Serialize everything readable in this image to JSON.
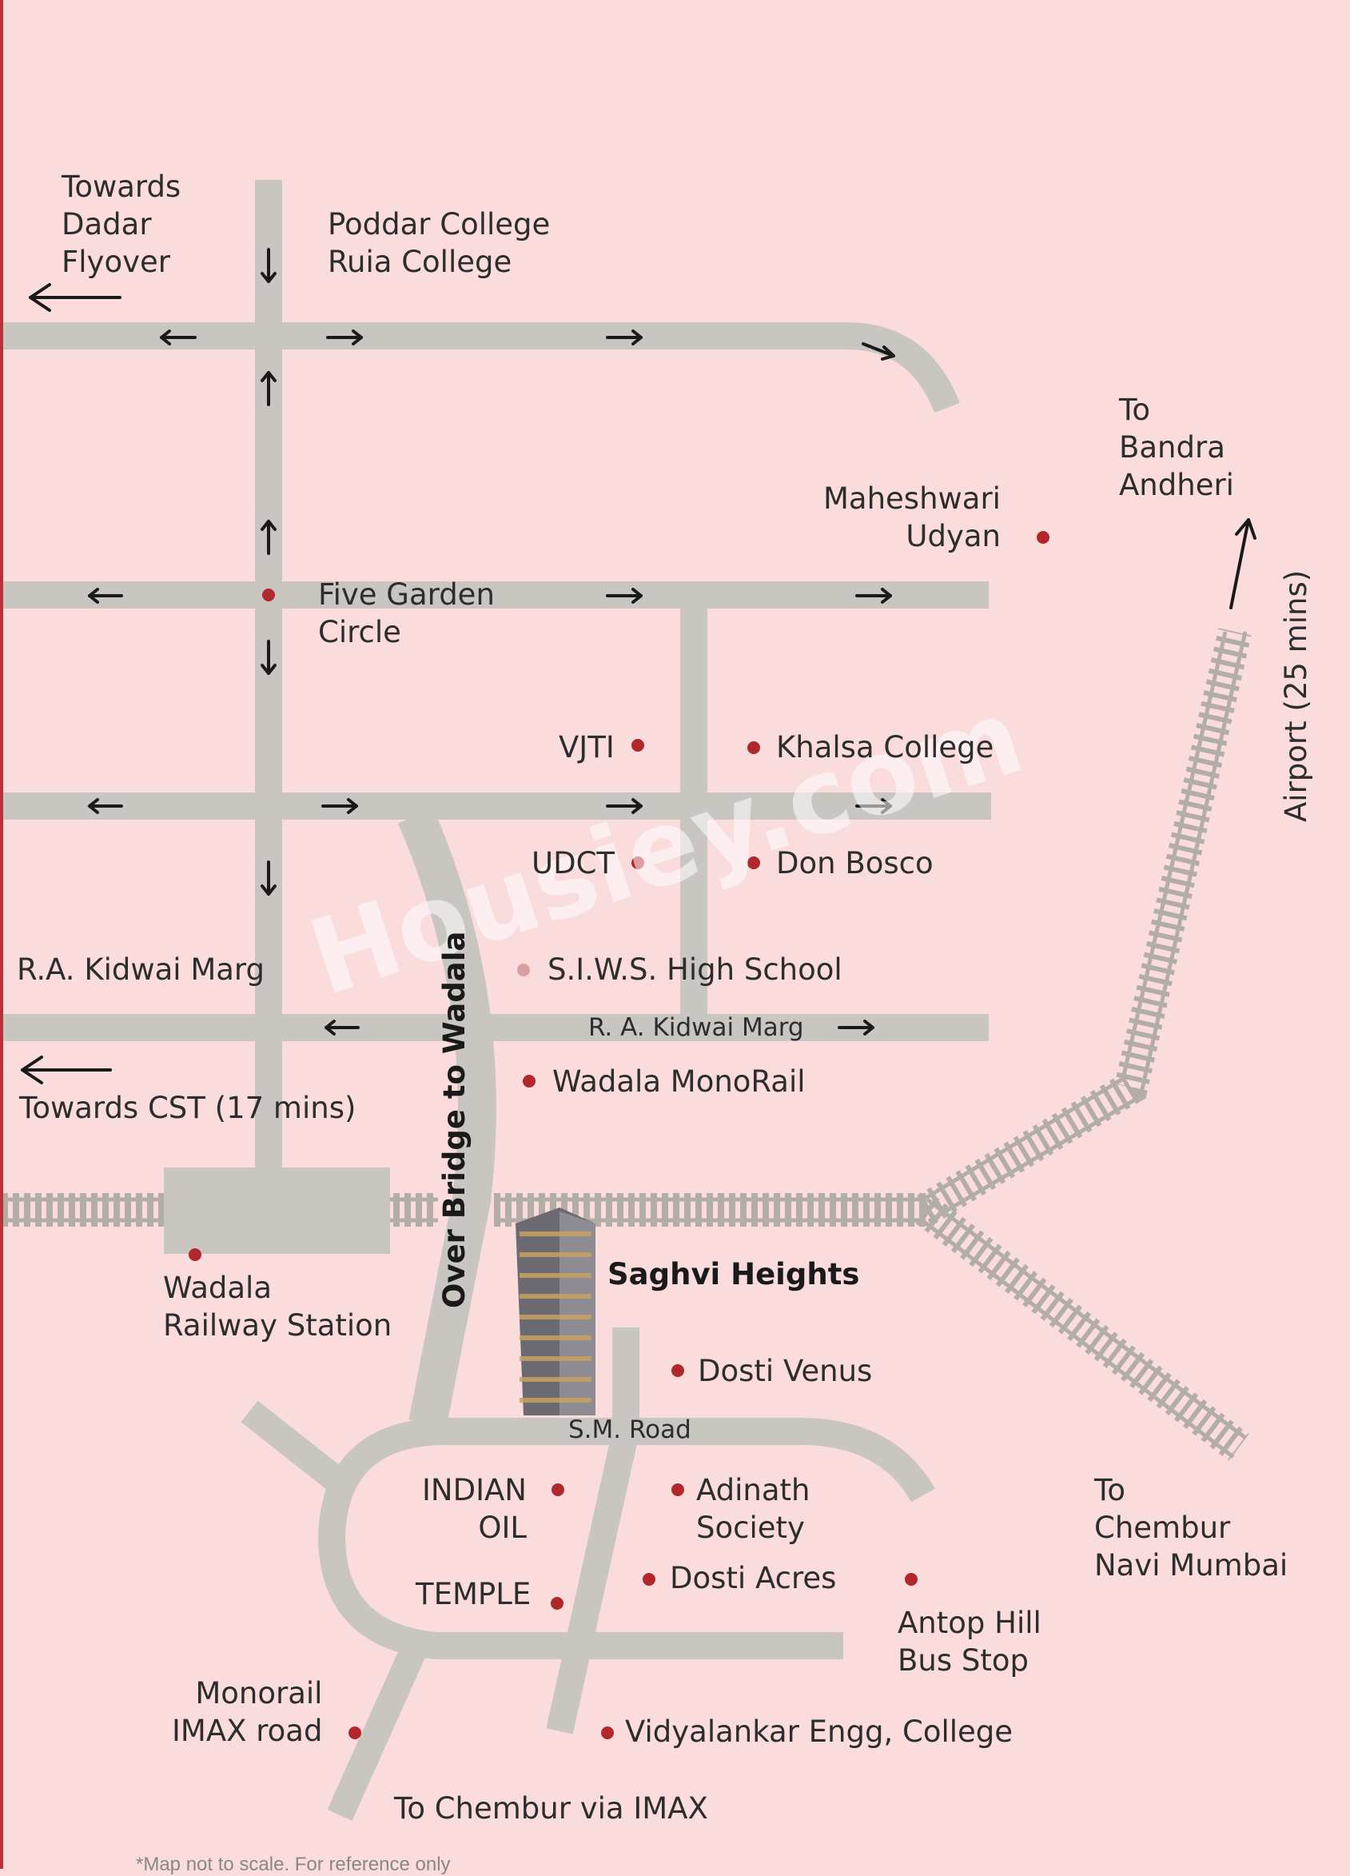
{
  "watermark": "Housiey.com",
  "colors": {
    "background": "#fbdcdc",
    "road": "#c9c6c1",
    "rail": "#b3ada8",
    "dot": "#b0272c",
    "arrow": "#1a1a1a"
  },
  "labels": {
    "towards_dadar": "Towards\nDadar\nFlyover",
    "poddar_ruia": "Poddar College\nRuia College",
    "to_bandra": "To\nBandra\nAndheri",
    "maheshwari": "Maheshwari\nUdyan",
    "airport": "Airport (25 mins)",
    "five_garden": "Five Garden\nCircle",
    "vjti": "VJTI",
    "khalsa": "Khalsa College",
    "udct": "UDCT",
    "don_bosco": "Don Bosco",
    "ra_kidwai_left": "R.A. Kidwai Marg",
    "siws": "S.I.W.S. High School",
    "ra_kidwai_road": "R. A. Kidwai Marg",
    "towards_cst": "Towards CST (17 mins)",
    "wadala_monorail": "Wadala MonoRail",
    "over_bridge": "Over Bridge to Wadala",
    "wadala_station": "Wadala\nRailway Station",
    "project": "Saghvi Heights",
    "dosti_venus": "Dosti Venus",
    "sm_road": "S.M. Road",
    "indian_oil": "INDIAN\nOIL",
    "adinath": "Adinath\nSociety",
    "to_chembur_navi": "To\nChembur\nNavi Mumbai",
    "temple": "TEMPLE",
    "dosti_acres": "Dosti Acres",
    "antop_hill": "Antop Hill\nBus Stop",
    "monorail_imax": "Monorail\nIMAX road",
    "vidyalankar": "Vidyalankar Engg, College",
    "to_chembur_imax": "To Chembur via IMAX",
    "footnote": "*Map not to scale. For reference only"
  }
}
